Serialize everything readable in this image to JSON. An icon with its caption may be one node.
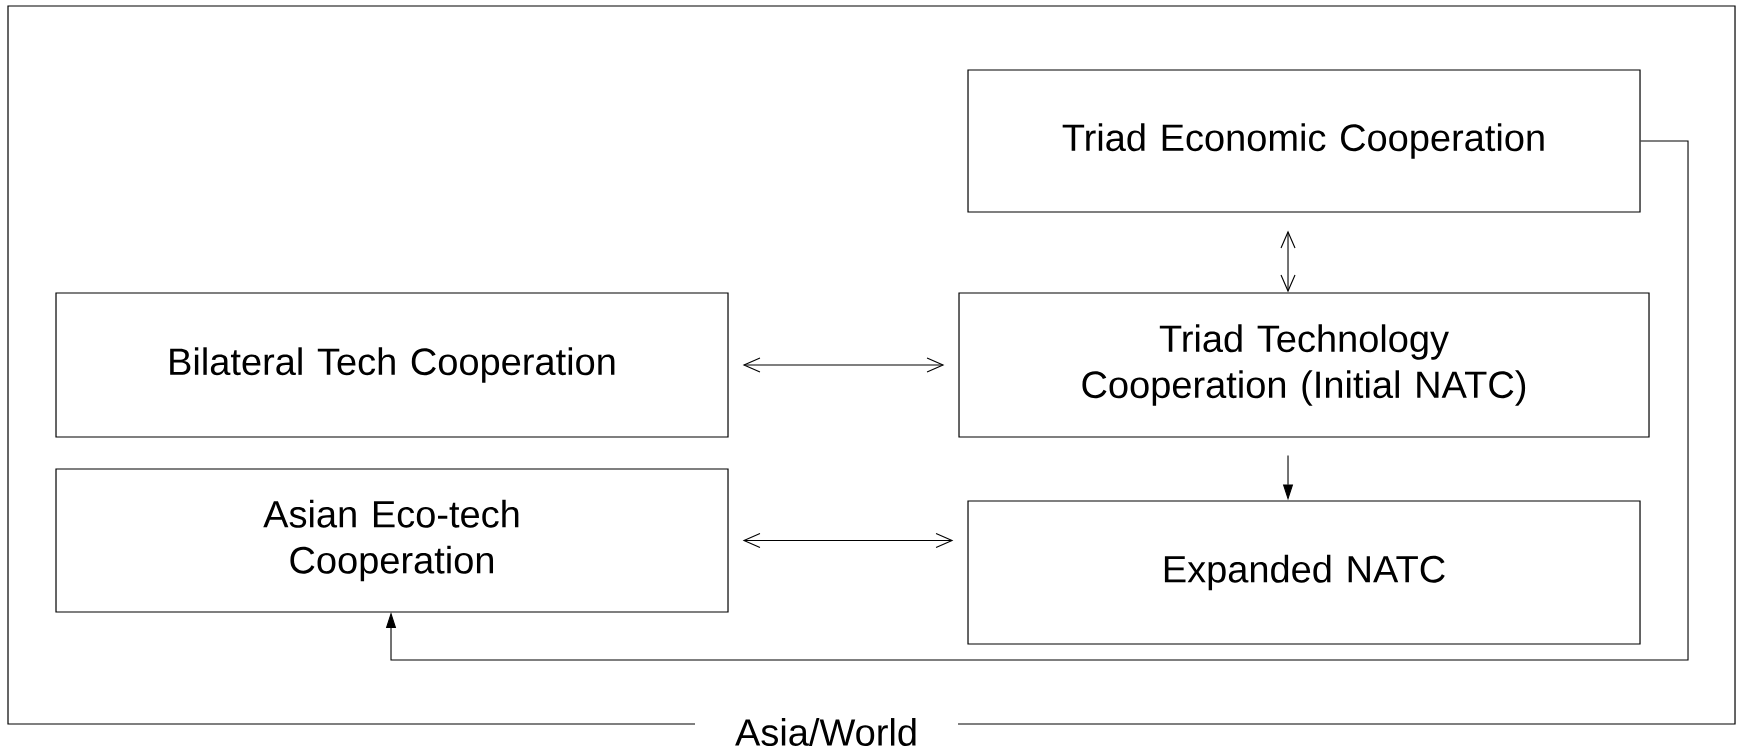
{
  "diagram": {
    "nodes": [
      {
        "text": [
          "Asia/World"
        ]
      },
      {
        "text": [
          "Triad Economic Cooperation"
        ],
        "in": 0
      },
      {
        "text": [
          "Bilateral Tech Cooperation"
        ],
        "in": 0
      },
      {
        "text": [
          "Triad Technology Cooperation (Initial NATC)"
        ],
        "in": 0
      },
      {
        "text": [
          "Asian Eco-tech Cooperation"
        ],
        "in": 0
      },
      {
        "text": [
          "Expanded NATC"
        ],
        "in": 0
      }
    ],
    "edges": [
      {
        "from": 1,
        "to": 3,
        "arrow": "both"
      },
      {
        "from": 2,
        "to": 3,
        "arrow": "both"
      },
      {
        "from": 3,
        "to": 5,
        "arrow": "to"
      },
      {
        "from": 4,
        "to": 5,
        "arrow": "both"
      },
      {
        "from": 1,
        "to": 4,
        "arrow": "to"
      }
    ]
  }
}
